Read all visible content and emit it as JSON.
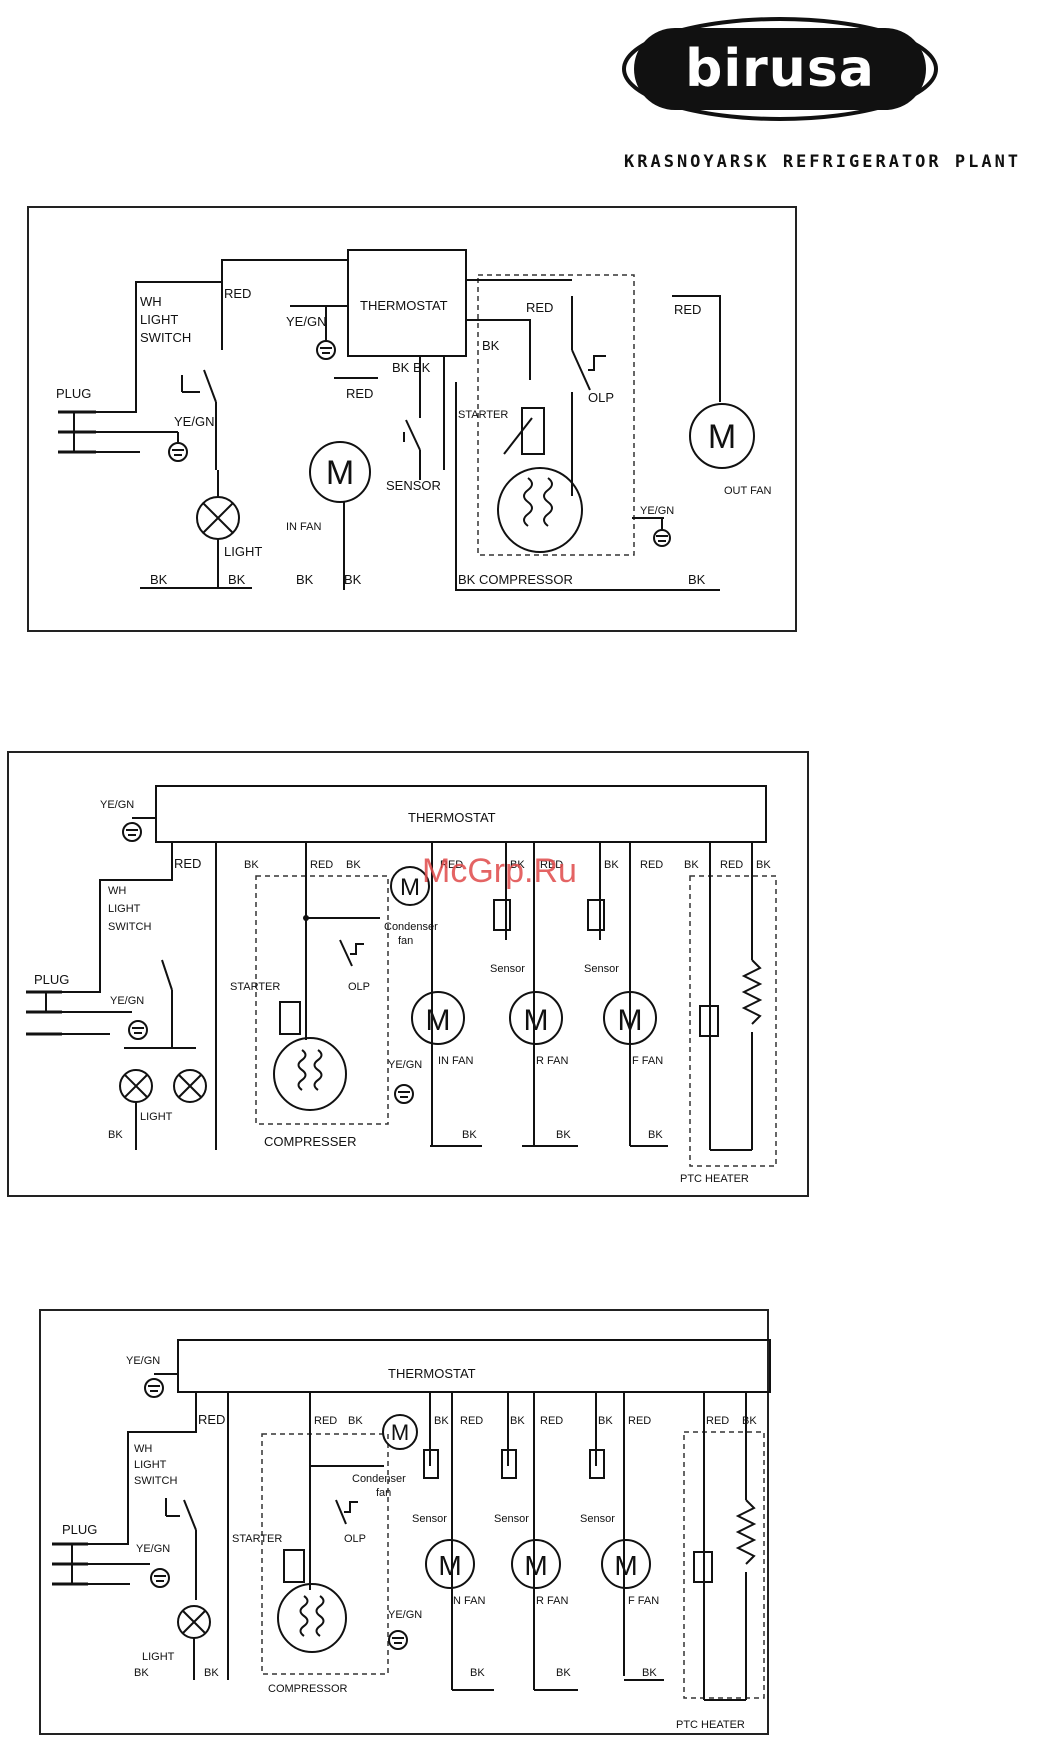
{
  "header": {
    "brand": "birusa",
    "plant": "KRASNOYARSK REFRIGERATOR PLANT"
  },
  "watermark": "McGrp.Ru",
  "diagram1": {
    "thermostat": "THERMOSTAT",
    "red": "RED",
    "bk": "BK",
    "bk_bk": "BK BK",
    "yegn": "YE/GN",
    "wh": "WH",
    "light": "LIGHT",
    "switch": "SWITCH",
    "plug": "PLUG",
    "light_label": "LIGHT",
    "in_fan": "IN FAN",
    "sensor": "SENSOR",
    "starter": "STARTER",
    "olp": "OLP",
    "out_fan": "OUT FAN",
    "compressor": "BK COMPRESSOR",
    "motor": "M"
  },
  "diagram2": {
    "thermostat": "THERMOSTAT",
    "yegn": "YE/GN",
    "red": "RED",
    "bk": "BK",
    "wh": "WH",
    "light": "LIGHT",
    "switch": "SWITCH",
    "plug": "PLUG",
    "light_label": "LIGHT",
    "starter": "STARTER",
    "olp": "OLP",
    "condenser": "Condenser",
    "fan": "fan",
    "sensor": "Sensor",
    "in_fan": "IN FAN",
    "r_fan": "R FAN",
    "f_fan": "F FAN",
    "compressor": "COMPRESSER",
    "ptc": "PTC HEATER",
    "motor": "M"
  },
  "diagram3": {
    "thermostat": "THERMOSTAT",
    "yegn": "YE/GN",
    "red": "RED",
    "bk": "BK",
    "wh": "WH",
    "light": "LIGHT",
    "switch": "SWITCH",
    "plug": "PLUG",
    "light_label": "LIGHT",
    "starter": "STARTER",
    "olp": "OLP",
    "condenser": "Condenser",
    "fan": "fan",
    "sensor": "Sensor",
    "in_fan": "IN FAN",
    "r_fan": "R FAN",
    "f_fan": "F FAN",
    "compressor": "COMPRESSOR",
    "ptc": "PTC HEATER",
    "motor": "M"
  }
}
